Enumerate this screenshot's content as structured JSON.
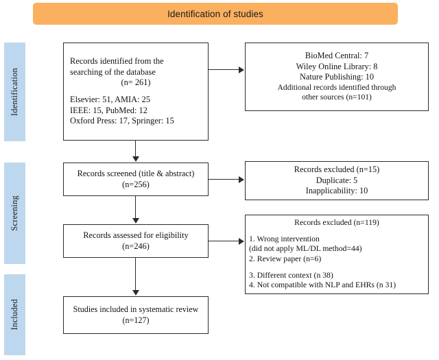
{
  "header": {
    "title": "Identification of studies",
    "background_color": "#fbb060"
  },
  "stages": {
    "accent_color": "#bdd7ee",
    "identification": "Identification",
    "screening": "Screening",
    "included": "Included"
  },
  "boxes": {
    "records_identified": {
      "line1": "Records identified from the",
      "line2": "searching of the database",
      "line3": "(n= 261)",
      "line4": "Elsevier: 51, AMIA: 25",
      "line5": "IEEE: 15, PubMed: 12",
      "line6": "Oxford Press: 17, Springer: 15"
    },
    "additional_records": {
      "line1": "BioMed Central: 7",
      "line2": "Wiley Online Library: 8",
      "line3": "Nature Publishing: 10",
      "line4": "Additional records identified through",
      "line5": "other sources (n=101)"
    },
    "records_screened": {
      "line1": "Records screened (title & abstract)",
      "line2": "(n=256)"
    },
    "records_excluded_screening": {
      "line1": "Records excluded (n=15)",
      "line2": "Duplicate: 5",
      "line3": "Inapplicability: 10"
    },
    "records_assessed": {
      "line1": "Records assessed for eligibility",
      "line2": "(n=246)"
    },
    "records_excluded_eligibility": {
      "line1": "Records excluded (n=119)",
      "line2": "1. Wrong intervention",
      "line3": "(did not apply ML/DL method=44)",
      "line4": "2. Review paper (n=6)",
      "line5": "3. Different context (n  38)",
      "line6": "4. Not compatible with NLP and EHRs (n  31)"
    },
    "studies_included": {
      "line1": "Studies included in systematic review",
      "line2": "(n=127)"
    }
  }
}
